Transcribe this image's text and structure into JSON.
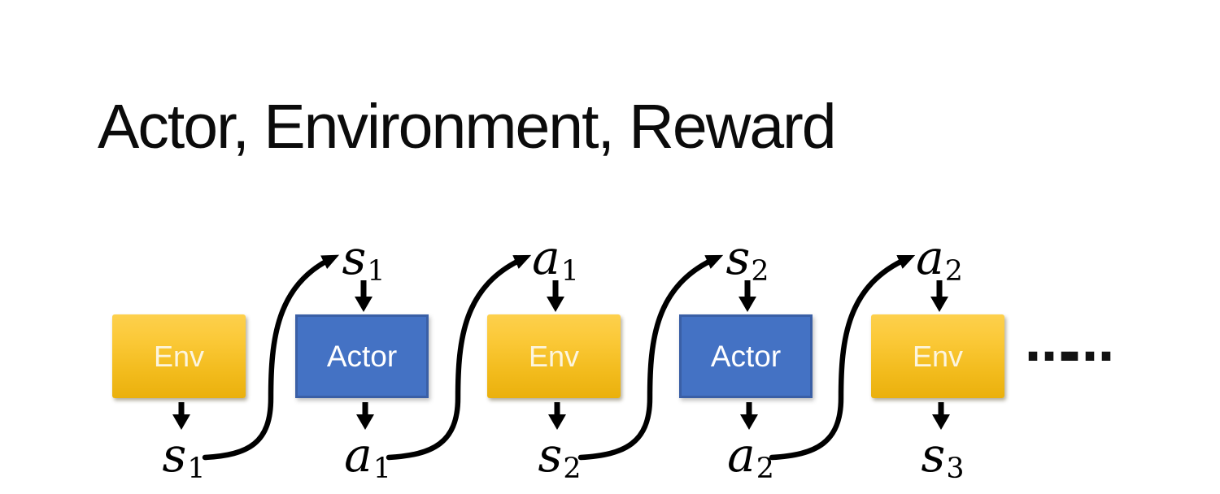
{
  "slide": {
    "title": "Actor, Environment, Reward"
  },
  "diagram": {
    "boxes": [
      {
        "label": "Env",
        "type": "env"
      },
      {
        "label": "Actor",
        "type": "actor"
      },
      {
        "label": "Env",
        "type": "env"
      },
      {
        "label": "Actor",
        "type": "actor"
      },
      {
        "label": "Env",
        "type": "env"
      }
    ],
    "top_labels": [
      {
        "base": "s",
        "sub": "1"
      },
      {
        "base": "a",
        "sub": "1"
      },
      {
        "base": "s",
        "sub": "2"
      },
      {
        "base": "a",
        "sub": "2"
      }
    ],
    "bottom_labels": [
      {
        "base": "s",
        "sub": "1"
      },
      {
        "base": "a",
        "sub": "1"
      },
      {
        "base": "s",
        "sub": "2"
      },
      {
        "base": "a",
        "sub": "2"
      },
      {
        "base": "s",
        "sub": "3"
      }
    ],
    "ellipsis": "……",
    "flow_description": "Each bottom output label connects via an S-curved arrow to the top input label of the next box"
  },
  "colors": {
    "env_gradient_top": "#FDD04D",
    "env_gradient_bottom": "#EAB00D",
    "env_text": "#FCF5DF",
    "actor_fill": "#4472C4",
    "actor_border": "#3A5FA6",
    "actor_text": "#FFFFFF",
    "arrow": "#000000",
    "title_text": "#0B0B0B",
    "label_text": "#000000",
    "background": "#FFFFFF"
  }
}
